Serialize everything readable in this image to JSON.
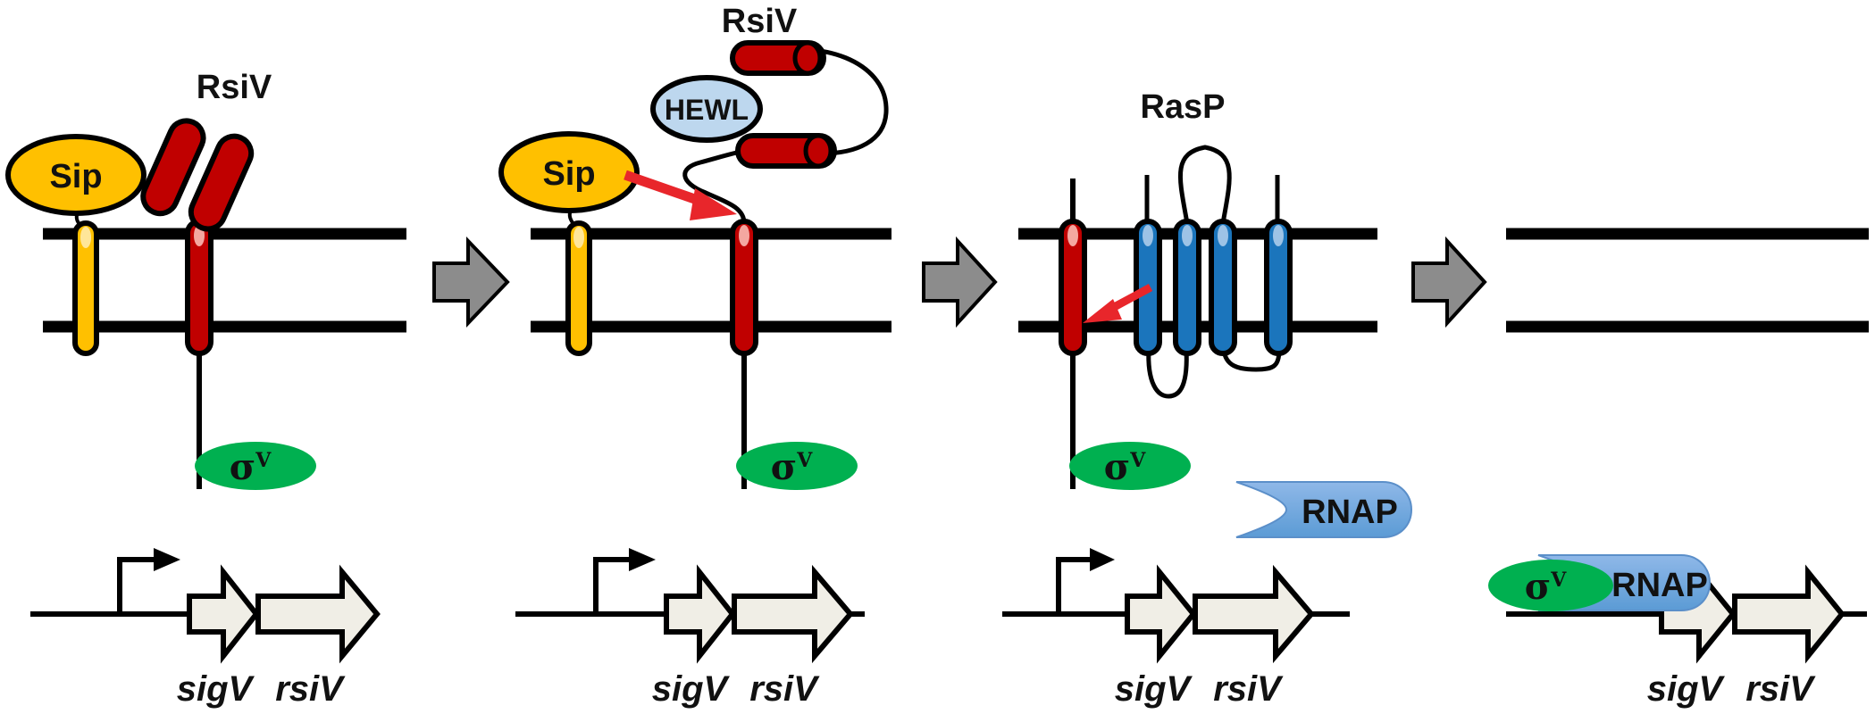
{
  "proteins": {
    "rsiv": "RsiV",
    "sip": "Sip",
    "hewl": "HEWL",
    "rasp": "RasP",
    "rnap": "RNAP",
    "sigma_symbol": "σ",
    "sigma_superscript": "V"
  },
  "genes": {
    "sigv": "sigV",
    "rsiv": "rsiV"
  },
  "colors": {
    "sip": "#FFC000",
    "sip_highlight": "#FFE699",
    "rsiv": "#C00000",
    "rsiv_highlight": "#F4A7A0",
    "hewl": "#BDD7EE",
    "rasp": "#1B75BC",
    "rasp_highlight": "#9DC3E6",
    "sigma": "#00B050",
    "rnap": "#5B9BD5",
    "gene_fill": "#F0EEE6",
    "cleavage_arrow": "#E8262B",
    "step_arrow": "#8C8C8C"
  }
}
